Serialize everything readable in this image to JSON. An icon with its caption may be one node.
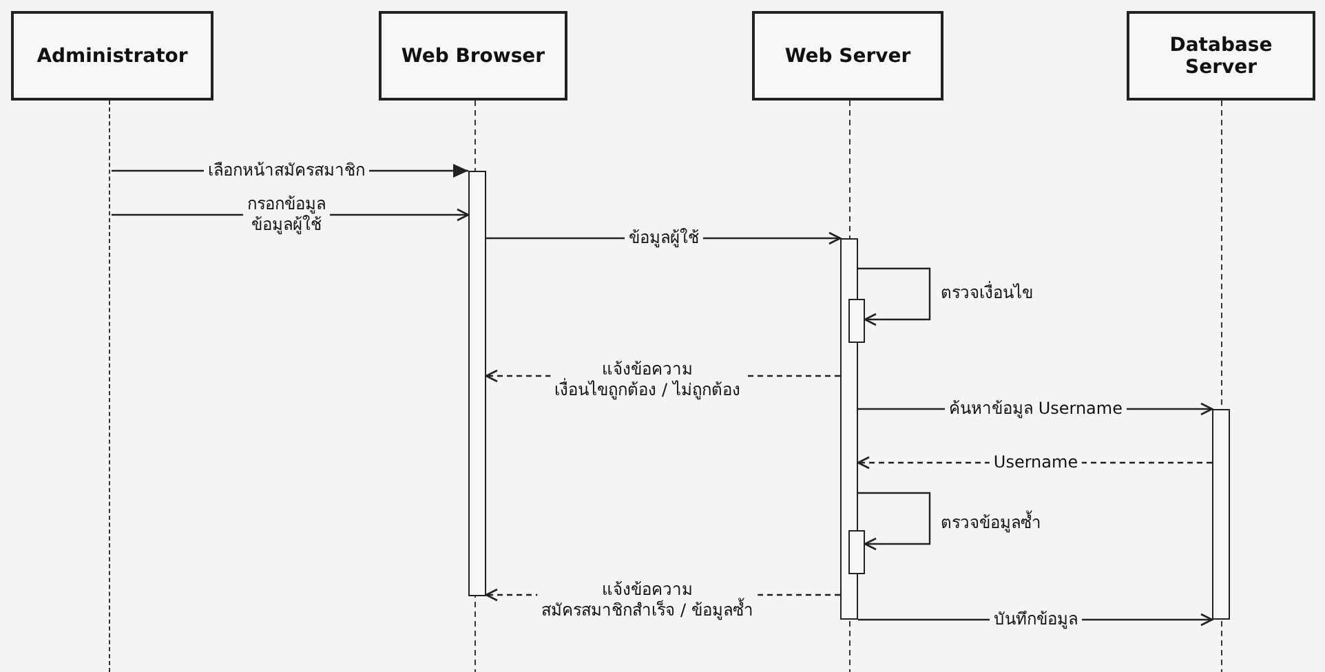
{
  "diagram": {
    "nodes": [
      {
        "text": [
          "Administrator"
        ]
      },
      {
        "text": [
          "Web Browser"
        ]
      },
      {
        "text": [
          "Web Server"
        ]
      },
      {
        "text": [
          "Database Server"
        ]
      },
      {
        "text": [],
        "shape": "line"
      },
      {
        "text": [],
        "shape": "bar"
      },
      {
        "text": [],
        "shape": "bar"
      },
      {
        "text": [],
        "shape": "bar"
      },
      {
        "text": [],
        "shape": "bar"
      },
      {
        "text": [],
        "shape": "bar"
      }
    ],
    "edges": [
      {
        "from": 4,
        "to": 5,
        "arrow": "to",
        "label": "เลือกหน้าสมัครสมาชิก"
      },
      {
        "from": 4,
        "to": 5,
        "arrow": "to",
        "label": "กรอกข้อมูล ข้อมูลผู้ใช้"
      },
      {
        "from": 5,
        "to": 6,
        "arrow": "to",
        "label": "ข้อมูลผู้ใช้"
      },
      {
        "from": 6,
        "to": 7,
        "arrow": "to",
        "label": "ตรวจเงื่อนไข"
      },
      {
        "from": 6,
        "to": 5,
        "arrow": "to",
        "style": "dashed",
        "label": "แจ้งข้อความ เงื่อนไขถูกต้อง / ไม่ถูกต้อง"
      },
      {
        "from": 6,
        "to": 8,
        "arrow": "to",
        "label": "ค้นหาข้อมูล Username"
      },
      {
        "from": 8,
        "to": 6,
        "arrow": "to",
        "style": "dashed",
        "label": "Username"
      },
      {
        "from": 6,
        "to": 9,
        "arrow": "to",
        "label": "ตรวจข้อมูลซ้ำ"
      },
      {
        "from": 6,
        "to": 5,
        "arrow": "to",
        "style": "dashed",
        "label": "แจ้งข้อความ สมัครสมาชิกสำเร็จ / ข้อมูลซ้ำ"
      },
      {
        "from": 6,
        "to": 8,
        "arrow": "to",
        "label": "บันทึกข้อมูล"
      }
    ]
  }
}
